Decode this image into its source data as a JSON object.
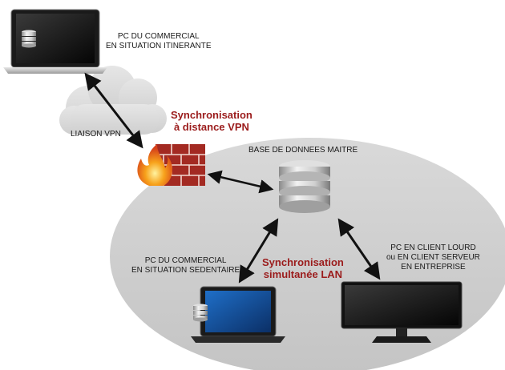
{
  "labels": {
    "pc_itinerant": [
      "PC DU COMMERCIAL",
      "EN SITUATION ITINERANTE"
    ],
    "vpn_link": "LIAISON VPN",
    "sync_vpn": [
      "Synchronisation",
      "à distance VPN"
    ],
    "master_db": "BASE DE DONNEES MAITRE",
    "pc_sedentary": [
      "PC DU COMMERCIAL",
      "EN SITUATION SEDENTAIRE"
    ],
    "sync_lan": [
      "Synchronisation",
      "simultanée LAN"
    ],
    "pc_client": [
      "PC EN CLIENT LOURD",
      "ou EN CLIENT SERVEUR",
      "EN ENTREPRISE"
    ]
  },
  "colors": {
    "accent_red": "#9b1c1c",
    "ellipse_fill": "#d4d4d4",
    "cloud_fill": "#dcdcdc",
    "brick": "#b8332a",
    "flame": "#f08a1c"
  },
  "icons": [
    "laptop-icon",
    "cloud-icon",
    "firewall-icon",
    "database-icon",
    "monitor-icon",
    "double-arrow-icon"
  ]
}
